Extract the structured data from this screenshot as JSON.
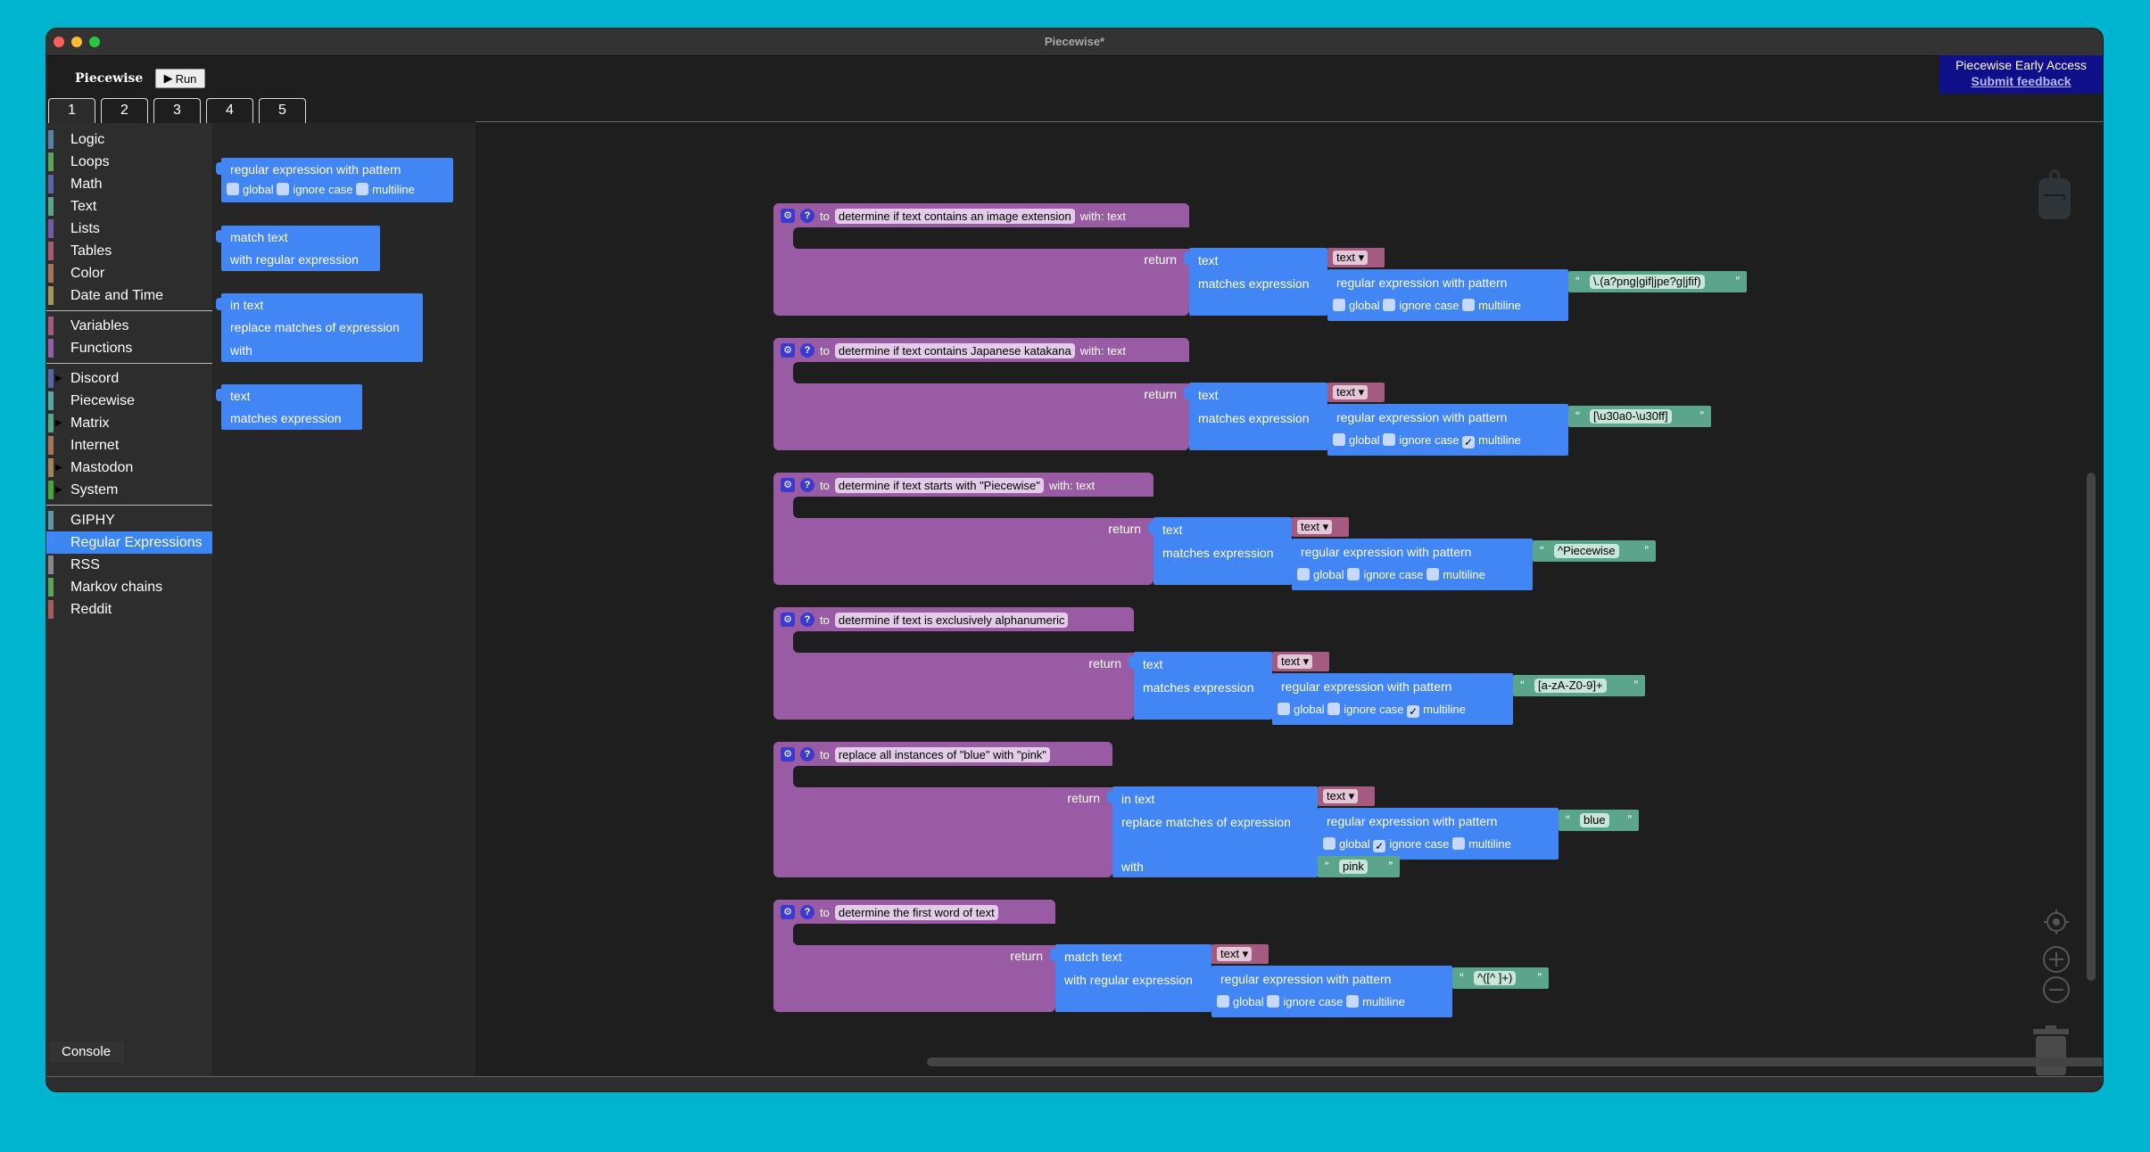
{
  "window": {
    "title": "Piecewise*"
  },
  "header": {
    "brand": "Piecewise",
    "run_label": "Run",
    "early_access": "Piecewise Early Access",
    "feedback_link": "Submit feedback"
  },
  "tabs": [
    {
      "label": "1"
    },
    {
      "label": "2"
    },
    {
      "label": "3"
    },
    {
      "label": "4"
    },
    {
      "label": "5"
    }
  ],
  "sidebar": {
    "groups": [
      [
        {
          "label": "Logic",
          "color": "#5b80a5"
        },
        {
          "label": "Loops",
          "color": "#5ba55b"
        },
        {
          "label": "Math",
          "color": "#5b67a5"
        },
        {
          "label": "Text",
          "color": "#5ba58c"
        },
        {
          "label": "Lists",
          "color": "#745ba5"
        },
        {
          "label": "Tables",
          "color": "#a55b6d"
        },
        {
          "label": "Color",
          "color": "#a5745b"
        },
        {
          "label": "Date and Time",
          "color": "#a5945b"
        }
      ],
      [
        {
          "label": "Variables",
          "color": "#a55b80"
        },
        {
          "label": "Functions",
          "color": "#995ba5"
        }
      ],
      [
        {
          "label": "Discord",
          "color": "#5b67a5",
          "expandable": true
        },
        {
          "label": "Piecewise",
          "color": "#5ba5a5"
        },
        {
          "label": "Matrix",
          "color": "#5ba58c",
          "expandable": true
        },
        {
          "label": "Internet",
          "color": "#a5745b"
        },
        {
          "label": "Mastodon",
          "color": "#a5845b",
          "expandable": true
        },
        {
          "label": "System",
          "color": "#4ca53a",
          "expandable": true
        }
      ],
      [
        {
          "label": "GIPHY",
          "color": "#5b9aa5"
        },
        {
          "label": "Regular Expressions",
          "color": "#4285f4",
          "selected": true
        },
        {
          "label": "RSS",
          "color": "#888888"
        },
        {
          "label": "Markov chains",
          "color": "#5ba55b"
        },
        {
          "label": "Reddit",
          "color": "#a55b5b"
        }
      ]
    ],
    "console_label": "Console"
  },
  "flyout": {
    "regex_block": {
      "title": "regular expression with pattern",
      "global": "global",
      "ignore_case": "ignore case",
      "multiline": "multiline"
    },
    "match_block": {
      "line1": "match text",
      "line2": "with regular expression"
    },
    "replace_block": {
      "line1": "in text",
      "line2": "replace matches of expression",
      "line3": "with"
    },
    "matches_block": {
      "line1": "text",
      "line2": "matches expression"
    }
  },
  "labels": {
    "to": "to",
    "with_text": "with: text",
    "return": "return",
    "text": "text",
    "matches_expression": "matches expression",
    "regex_with_pattern": "regular expression with pattern",
    "global": "global",
    "ignore_case": "ignore case",
    "multiline": "multiline",
    "in_text": "in text",
    "replace_matches": "replace matches of expression",
    "with": "with",
    "match_text": "match text",
    "with_regex": "with regular expression",
    "var_text": "text",
    "open_quote": "“",
    "close_quote": "”"
  },
  "functions": [
    {
      "name": "determine if text contains an image extension",
      "has_param": true,
      "kind": "matches",
      "pattern": "\\.(a?png|gif|jpe?g|jfif)",
      "global": false,
      "ignore_case": false,
      "multiline": false
    },
    {
      "name": "determine if text contains Japanese katakana",
      "has_param": true,
      "kind": "matches",
      "pattern": "[\\u30a0-\\u30ff]",
      "global": false,
      "ignore_case": false,
      "multiline": true
    },
    {
      "name": "determine if text starts with \"Piecewise\"",
      "has_param": true,
      "kind": "matches",
      "pattern": "^Piecewise",
      "global": false,
      "ignore_case": false,
      "multiline": false
    },
    {
      "name": "determine if text is exclusively alphanumeric",
      "has_param": false,
      "kind": "matches",
      "pattern": "[a-zA-Z0-9]+",
      "global": false,
      "ignore_case": false,
      "multiline": true
    },
    {
      "name": "replace all instances of \"blue\" with \"pink\"",
      "has_param": false,
      "kind": "replace",
      "pattern": "blue",
      "replacement": "pink",
      "global": false,
      "ignore_case": true,
      "multiline": false
    },
    {
      "name": "determine the first word of text",
      "has_param": false,
      "kind": "match",
      "pattern": "^([^ ]+)",
      "global": false,
      "ignore_case": false,
      "multiline": false
    }
  ],
  "icons": {
    "run": "play-icon",
    "gear": "gear-icon",
    "help": "help-icon",
    "backpack": "backpack-icon",
    "recenter": "crosshair-icon",
    "zoom_in": "zoom-in-icon",
    "zoom_out": "zoom-out-icon",
    "trash": "trash-icon"
  }
}
